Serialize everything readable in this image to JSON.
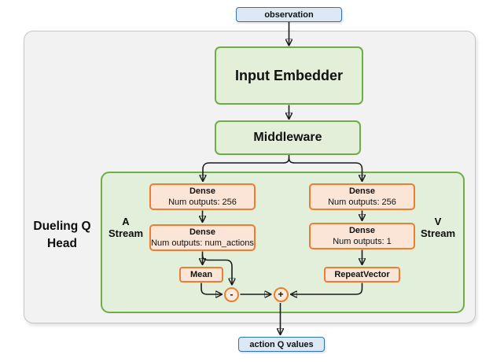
{
  "diagram_title": "Dueling Q Head deep RL network architecture",
  "colors": {
    "blue_fill": "#dce9f5",
    "blue_border": "#2e75b6",
    "green_fill": "#e3efd9",
    "green_border": "#70ad47",
    "orange_fill": "#fbe5d6",
    "orange_border": "#ed7d31",
    "outer_container_fill": "#f2f2f2",
    "outer_container_border": "#c6c6c6",
    "arrow": "#1b1b1b"
  },
  "nodes": {
    "observation": {
      "label": "observation"
    },
    "input_embedder": {
      "label": "Input Embedder"
    },
    "middleware": {
      "label": "Middleware"
    },
    "a_dense_1": {
      "title": "Dense",
      "subtitle": "Num outputs: 256"
    },
    "a_dense_2": {
      "title": "Dense",
      "subtitle": "Num outputs: num_actions"
    },
    "v_dense_1": {
      "title": "Dense",
      "subtitle": "Num outputs: 256"
    },
    "v_dense_2": {
      "title": "Dense",
      "subtitle": "Num outputs: 1"
    },
    "mean": {
      "label": "Mean"
    },
    "repeat_vector": {
      "label": "RepeatVector"
    },
    "minus_op": {
      "label": "-"
    },
    "plus_op": {
      "label": "+"
    },
    "action_q_values": {
      "label": "action Q values"
    }
  },
  "labels": {
    "dueling_head_line1": "Dueling Q",
    "dueling_head_line2": "Head",
    "a_stream_line1": "A",
    "a_stream_line2": "Stream",
    "v_stream_line1": "V",
    "v_stream_line2": "Stream"
  }
}
